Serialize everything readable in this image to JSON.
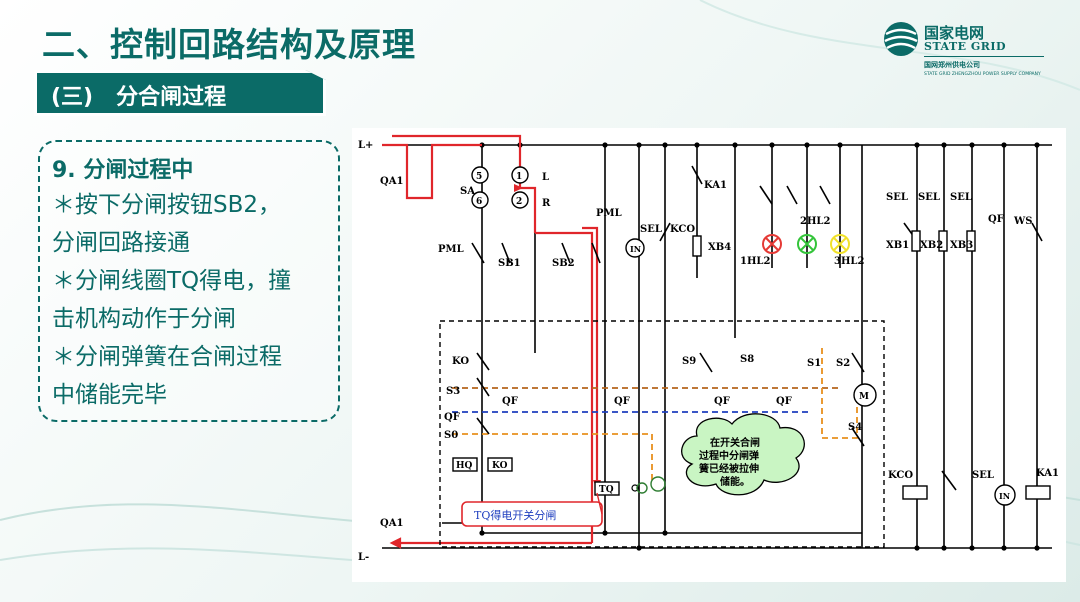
{
  "page": {
    "title": "二、控制回路结构及原理",
    "section_label": "(三)   分合闸过程"
  },
  "logo": {
    "name_cn": "国家电网",
    "name_en": "STATE GRID",
    "subsidiary_cn": "国网郑州供电公司",
    "subsidiary_en": "STATE GRID ZHENGZHOU POWER SUPPLY COMPANY"
  },
  "note": {
    "title": "9. 分闸过程中",
    "lines": [
      "＊按下分闸按钮SB2，",
      "分闸回路接通",
      "＊分闸线圈TQ得电，撞",
      "击机构动作于分闸",
      "＊分闸弹簧在合闸过程",
      "中储能完毕"
    ]
  },
  "diagram": {
    "labels": {
      "lplus": "L+",
      "lminus": "L-",
      "qa1_top": "QA1",
      "qa1_bottom": "QA1",
      "sa": "SA",
      "c5": "5",
      "c1": "1",
      "c6": "6",
      "c2": "2",
      "l": "L",
      "r": "R",
      "pml1": "PML",
      "pml2": "PML",
      "sb1": "SB1",
      "sb2": "SB2",
      "ka1_top": "KA1",
      "sel1": "SEL",
      "kco_top": "KCO",
      "in1": "IN",
      "xb4": "XB4",
      "hl2": "2HL2",
      "hl1": "1HL2",
      "hl3": "3HL2",
      "sel_a": "SEL",
      "sel_b": "SEL",
      "sel_c": "SEL",
      "qf_top": "QF",
      "ws": "WS",
      "xb1": "XB1",
      "xb2": "XB2",
      "xb3": "XB3",
      "ko": "KO",
      "s3": "S3",
      "qf_l": "QF",
      "s0": "S0",
      "qf1": "QF",
      "qf2": "QF",
      "qf3": "QF",
      "qf4": "QF",
      "s9": "S9",
      "s8": "S8",
      "s1": "S1",
      "s2": "S2",
      "m": "M",
      "s4": "S4",
      "hq": "HQ",
      "ko_coil": "KO",
      "tq": "TQ",
      "kco_b": "KCO",
      "sel_bottom": "SEL",
      "in2": "IN",
      "ka1_b": "KA1"
    },
    "callout_tq": "TQ得电开关分闸",
    "callout_cloud": [
      "在开关合闸",
      "过程中分闸弹",
      "簧已经被拉伸",
      "储能。"
    ]
  },
  "colors": {
    "brand": "#0b6b67",
    "energized": "#e0262b",
    "dashed_s3": "#b5651d",
    "dashed_qf": "#1f3fbf",
    "dashed_s0": "#e8901e",
    "lamp_red": "#e53935",
    "lamp_green": "#34c43a",
    "lamp_yellow": "#f1e12a",
    "cloud_fill": "#c9f5c3"
  }
}
